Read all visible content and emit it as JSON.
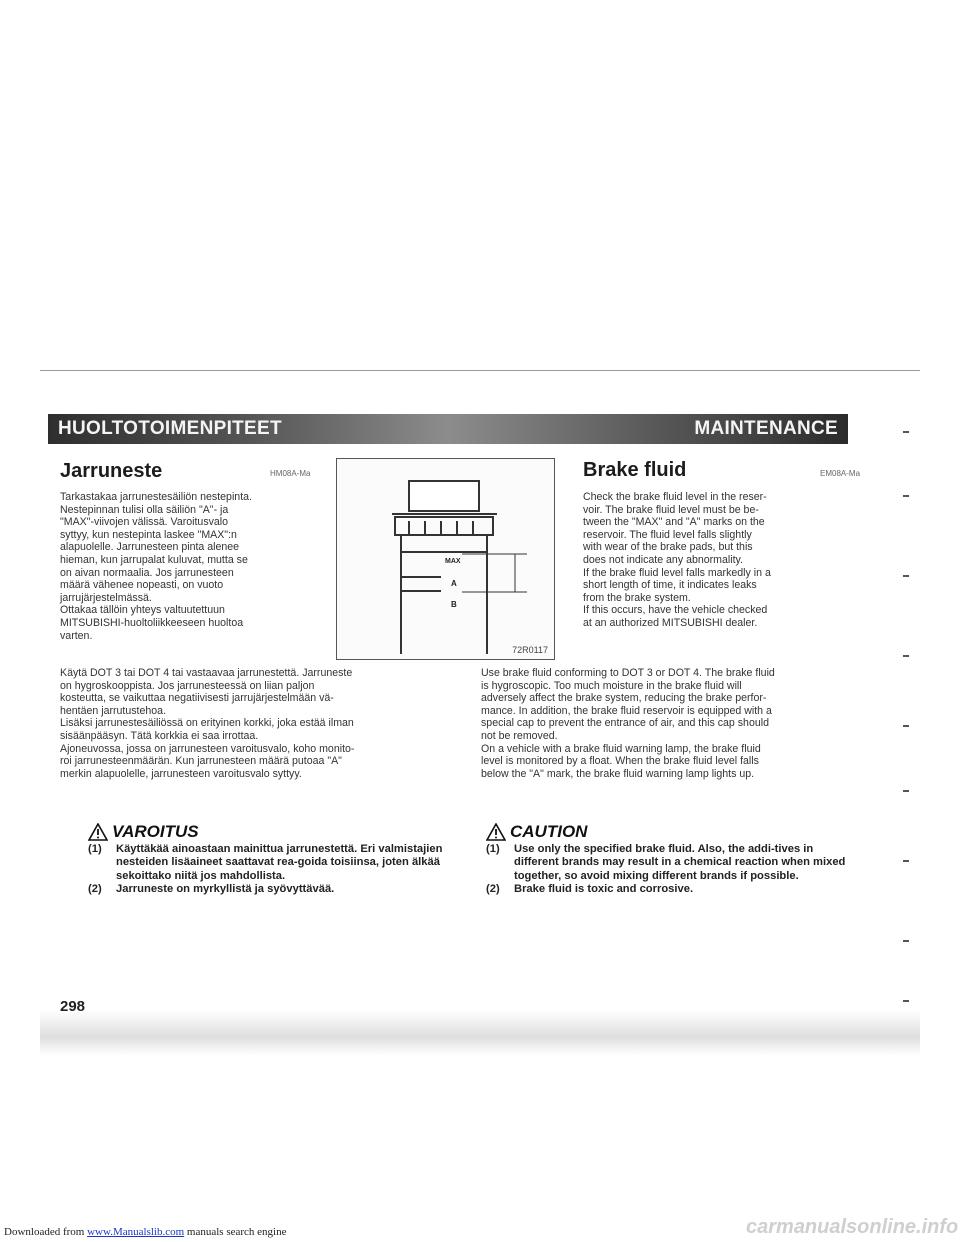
{
  "banner": {
    "left": "HUOLTOTOIMENPITEET",
    "right": "MAINTENANCE"
  },
  "fi": {
    "title": "Jarruneste",
    "code": "HM08A-Ma",
    "para1": "Tarkastakaa jarrunestesäiliön nestepinta.\nNestepinnan tulisi olla säiliön \"A\"- ja\n\"MAX\"-viivojen välissä. Varoitusvalo\nsyttyy, kun nestepinta laskee \"MAX\":n\nalapuolelle. Jarrunesteen pinta alenee\nhieman, kun jarrupalat kuluvat, mutta se\non aivan normaalia. Jos jarrunesteen\nmäärä vähenee nopeasti, on vuoto\njarrujärjestelmässä.\nOttakaa tällöin yhteys valtuutettuun\nMITSUBISHI-huoltoliikkeeseen huoltoa\nvarten.",
    "para2": "Käytä DOT 3 tai DOT 4 tai vastaavaa jarrunestettä. Jarruneste\non hygroskooppista. Jos jarrunesteessä on liian paljon\nkosteutta, se vaikuttaa negatiivisesti jarrujärjestelmään vä-\nhentäen jarrutustehoa.\nLisäksi jarrunestesäiliössä on erityinen korkki, joka estää ilman\nsisäänpääsyn. Tätä korkkia ei saa irrottaa.\nAjoneuvossa, jossa on jarrunesteen varoitusvalo, koho monito-\nroi jarrunesteenmäärän. Kun jarrunesteen määrä putoaa \"A\"\nmerkin alapuolelle, jarrunesteen varoitusvalo syttyy.",
    "warning_title": "VAROITUS",
    "warnings": [
      {
        "num": "(1)",
        "text": "Käyttäkää ainoastaan mainittua jarrunestettä. Eri valmistajien nesteiden lisäaineet saattavat rea-goida toisiinsa, joten älkää sekoittako niitä jos mahdollista."
      },
      {
        "num": "(2)",
        "text": "Jarruneste on myrkyllistä ja syövyttävää."
      }
    ]
  },
  "en": {
    "title": "Brake fluid",
    "code": "EM08A-Ma",
    "para1": "Check the brake fluid level in the reser-\nvoir. The brake fluid level must be be-\ntween the \"MAX\" and \"A\" marks on the\nreservoir. The fluid level falls slightly\nwith wear of the brake pads, but this\ndoes not indicate any abnormality.\nIf the brake fluid level falls markedly in a\nshort length of time, it indicates leaks\nfrom the brake system.\nIf this occurs, have the vehicle checked\nat an authorized MITSUBISHI dealer.",
    "para2": "Use brake fluid conforming to DOT 3 or DOT 4. The brake fluid\nis hygroscopic. Too much moisture in the brake fluid will\nadversely affect the brake system, reducing the brake perfor-\nmance. In addition, the brake fluid reservoir is equipped with a\nspecial cap to prevent the entrance of air, and this cap should\nnot be removed.\nOn a vehicle with a brake fluid warning lamp, the brake fluid\nlevel is monitored by a float. When the brake fluid level falls\nbelow the \"A\" mark, the brake fluid warning lamp lights up.",
    "caution_title": "CAUTION",
    "cautions": [
      {
        "num": "(1)",
        "text": "Use only the specified brake fluid. Also, the addi-tives in different brands may result in a chemical reaction when mixed together, so avoid mixing different brands if possible."
      },
      {
        "num": "(2)",
        "text": "Brake fluid is toxic and corrosive."
      }
    ]
  },
  "figure": {
    "label_max": "MAX",
    "label_a": "A",
    "label_b": "B",
    "caption": "72R0117"
  },
  "page_number": "298",
  "footer": {
    "prefix": "Downloaded from ",
    "link": "www.Manualslib.com",
    "suffix": " manuals search engine"
  },
  "watermark": "carmanualsonline.info"
}
